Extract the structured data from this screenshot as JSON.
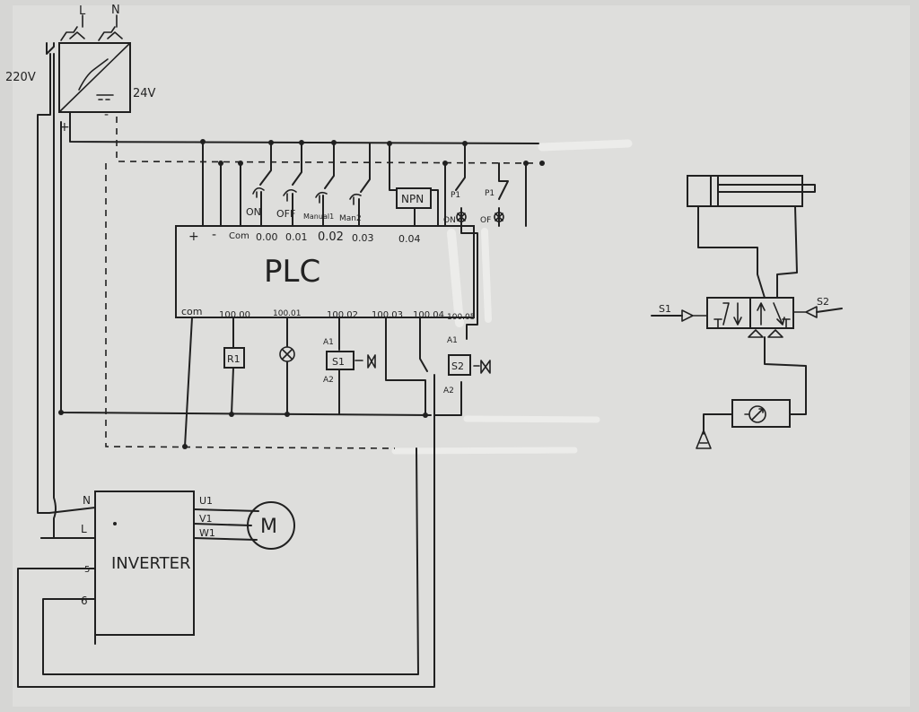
{
  "supply": {
    "line": "L",
    "neutral": "N",
    "ac_voltage": "220V",
    "dc_voltage": "24V",
    "plus": "+",
    "minus": "-"
  },
  "plc": {
    "title": "PLC",
    "input_terminals": [
      "+",
      "-",
      "Com",
      "0.00",
      "0.01",
      "0.02",
      "0.03",
      "0.04"
    ],
    "output_terminals": [
      "com",
      "100.00",
      "100.01",
      "100.02",
      "100.03",
      "100.04",
      "100.05"
    ]
  },
  "input_devices": {
    "on_switch": "ON",
    "off_switch": "OFF",
    "manual_1": "Manual1",
    "manual_2": "Man2",
    "sensor": "NPN",
    "lamp_on_code": "P1",
    "lamp_on": "ON",
    "lamp_off_code": "P1",
    "lamp_off": "OF"
  },
  "output_devices": {
    "relay": "R1",
    "solenoid_1": "S1",
    "solenoid_2": "S2",
    "coil_a1": "A1",
    "coil_a2": "A2"
  },
  "inverter": {
    "title": "INVERTER",
    "n": "N",
    "l": "L",
    "terminal_5": "5",
    "terminal_6": "6",
    "u": "U1",
    "v": "V1",
    "w": "W1",
    "motor": "M"
  },
  "pneumatics": {
    "solenoid_left": "S1",
    "solenoid_right": "S2"
  }
}
